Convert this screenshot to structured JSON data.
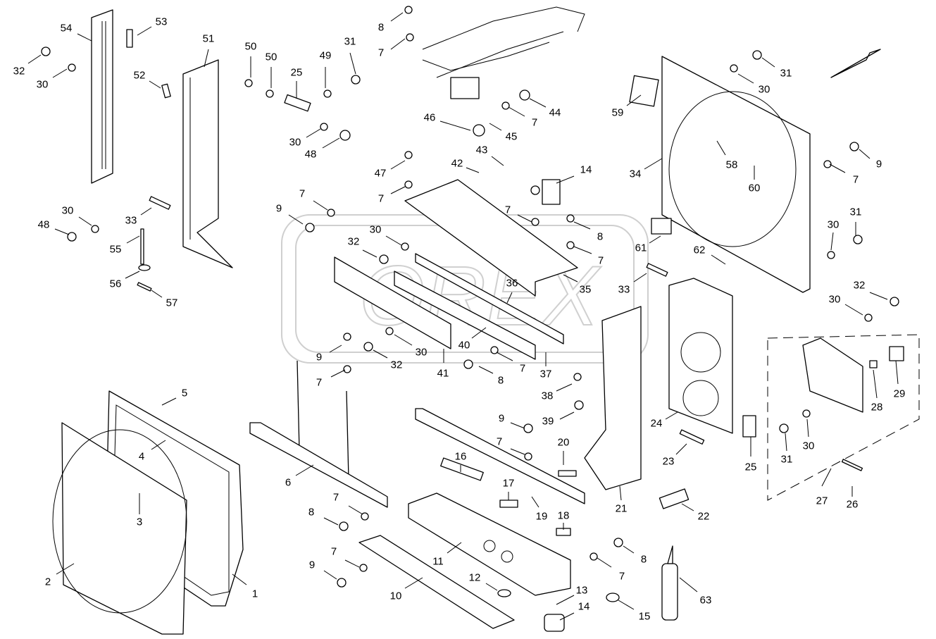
{
  "diagram": {
    "labels": [
      "1",
      "2",
      "3",
      "4",
      "5",
      "6",
      "7",
      "8",
      "9",
      "10",
      "11",
      "12",
      "13",
      "14",
      "15",
      "16",
      "17",
      "18",
      "19",
      "20",
      "21",
      "22",
      "23",
      "24",
      "25",
      "26",
      "27",
      "28",
      "29",
      "30",
      "31",
      "32",
      "33",
      "34",
      "35",
      "36",
      "37",
      "38",
      "39",
      "40",
      "41",
      "42",
      "43",
      "44",
      "45",
      "46",
      "47",
      "48",
      "49",
      "50",
      "51",
      "52",
      "53",
      "54",
      "55",
      "56",
      "57",
      "58",
      "59",
      "60",
      "61",
      "62",
      "63"
    ],
    "watermark": "OREX"
  }
}
